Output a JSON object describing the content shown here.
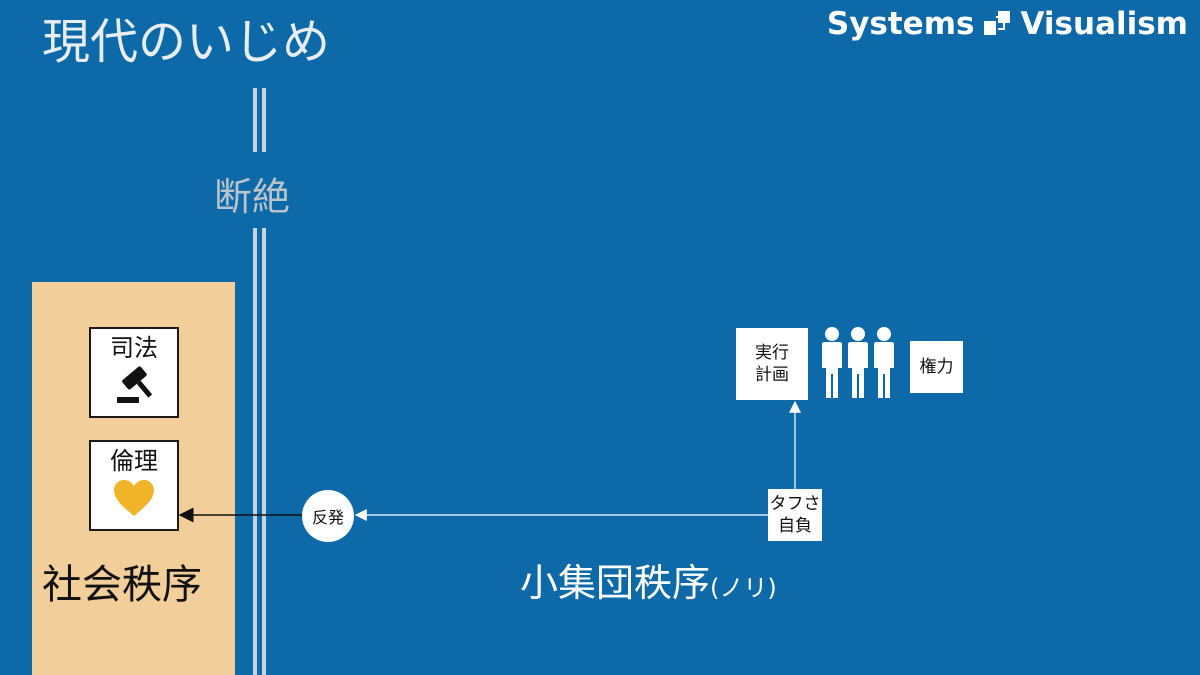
{
  "title": "現代のいじめ",
  "logo": {
    "text": "Systems   Visualism",
    "left_word": "Systems",
    "right_word": "Visualism"
  },
  "break_label": "断絶",
  "social": {
    "label": "社会秩序",
    "cards": [
      {
        "label": "司法",
        "icon": "gavel-icon"
      },
      {
        "label": "倫理",
        "icon": "heart-icon",
        "icon_color": "#f0b429"
      }
    ]
  },
  "backlash_label": "反発",
  "toughness_box": {
    "line1": "タフさ",
    "line2": "自負"
  },
  "plan_box": {
    "line1": "実行",
    "line2": "計画"
  },
  "power_box": {
    "label": "権力"
  },
  "group_icon": "people-group-icon",
  "group_order": {
    "main": "小集団秩序",
    "sub": "(ノリ)"
  },
  "colors": {
    "background": "#0e69a8",
    "panel": "#f2cf9a",
    "rail": "#c9d3dc",
    "heart": "#f0b429"
  }
}
